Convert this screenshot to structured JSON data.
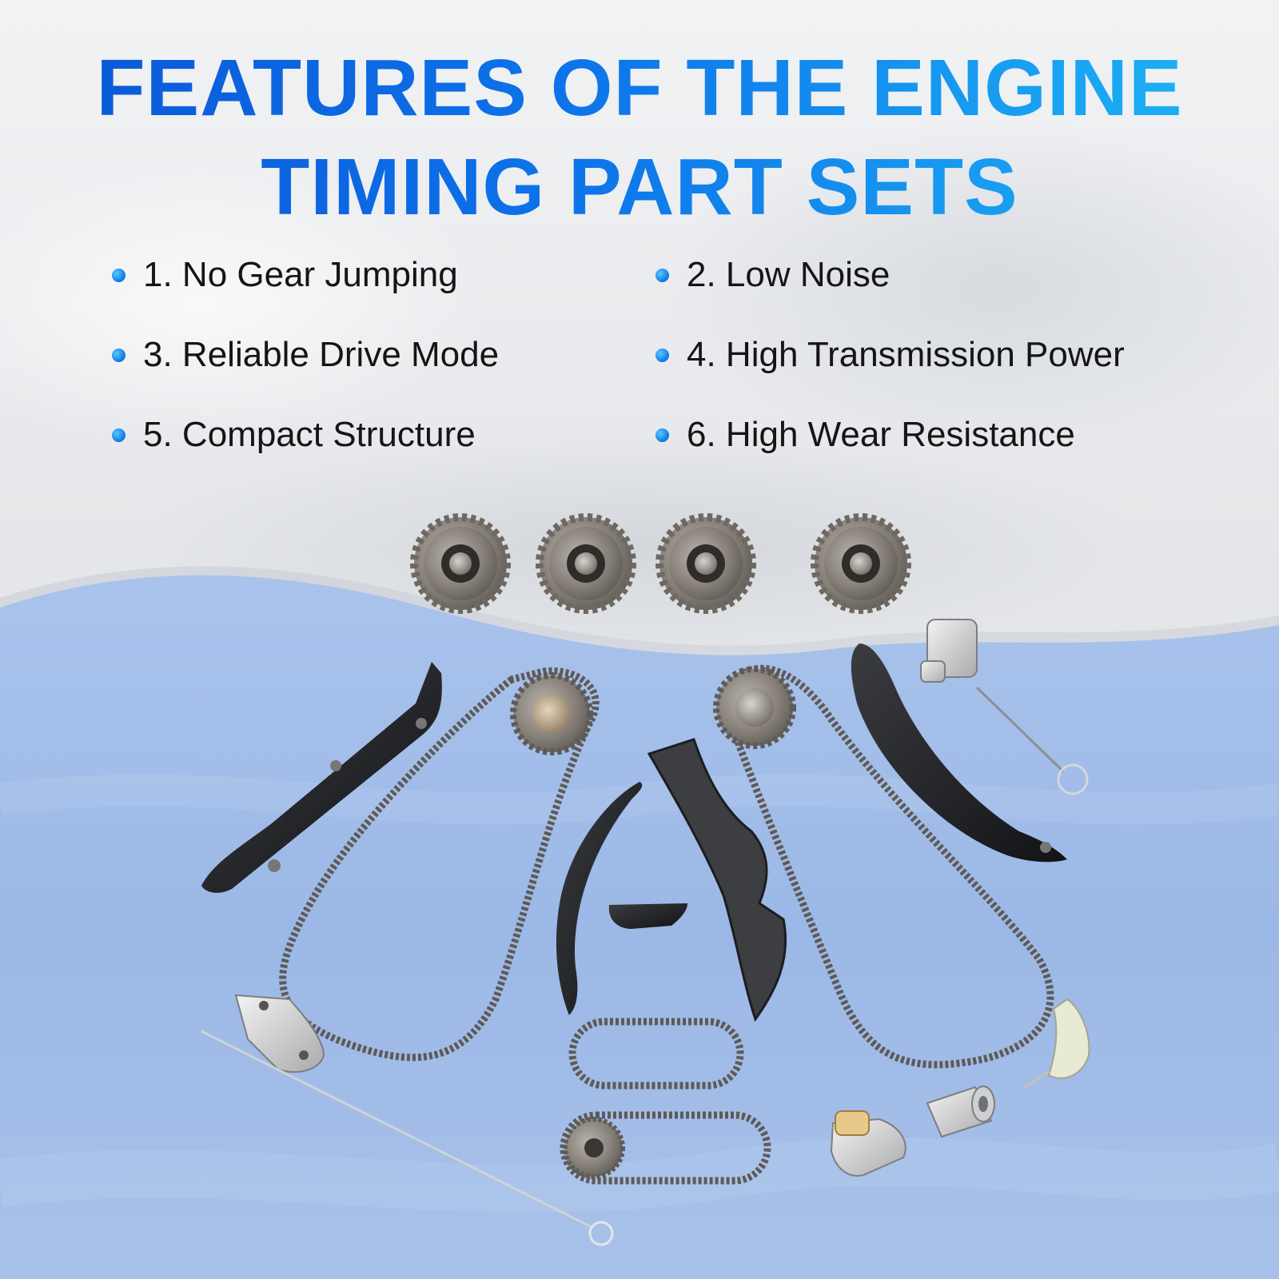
{
  "title": {
    "line1": "FEATURES OF THE ENGINE",
    "line2": "TIMING PART SETS"
  },
  "features": [
    "1. No Gear Jumping",
    "2. Low Noise",
    "3. Reliable Drive Mode",
    "4. High Transmission Power",
    "5. Compact Structure",
    "6. High Wear Resistance"
  ],
  "colors": {
    "title_dark_blue": "#0a55d6",
    "title_light_blue": "#1fb8f5",
    "bullet_blue": "#0a78e0",
    "wave_blue": "#9dbbe9"
  },
  "icons": [
    "bullet-dot-icon"
  ]
}
